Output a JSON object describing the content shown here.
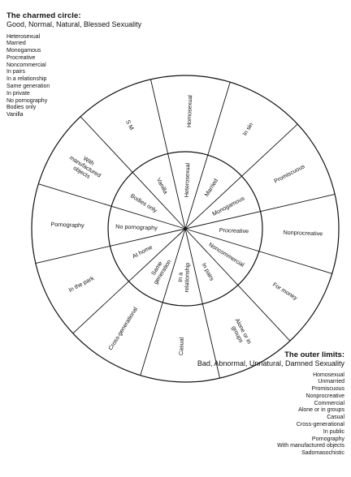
{
  "charmed": {
    "title": "The charmed circle:",
    "subtitle": "Good, Normal, Natural, Blessed Sexuality",
    "items": [
      "Heterosexual",
      "Married",
      "Monogamous",
      "Procreative",
      "Noncommercial",
      "In pairs",
      "In a relationship",
      "Same generation",
      "In private",
      "No pornography",
      "Bodies only",
      "Vanilla"
    ]
  },
  "outer": {
    "title": "The outer limits:",
    "subtitle": "Bad, Abnormal, Unnatural, Damned Sexuality",
    "items": [
      "Homosexual",
      "Unmarried",
      "Promiscuous",
      "Nonprocreative",
      "Commercial",
      "Alone or in groups",
      "Casual",
      "Cross-generational",
      "In public",
      "Pornography",
      "With manufactured objects",
      "Sadomasochistic"
    ]
  },
  "wheel": {
    "inner": [
      "Heterosexual",
      "Married",
      "Monogamous",
      "Procreative",
      "Noncommercial",
      "In pairs",
      "In a relationship",
      "Same generation",
      "At home",
      "No pornography",
      "Bodies only",
      "Vanilla"
    ],
    "outer": [
      "Homosexual",
      "In sin",
      "Promiscuous",
      "Nonprocreative",
      "For money",
      "Alone or in groups",
      "Casual",
      "Cross-generational",
      "In the park",
      "Pornography",
      "With manufactured objects",
      "S M"
    ]
  }
}
